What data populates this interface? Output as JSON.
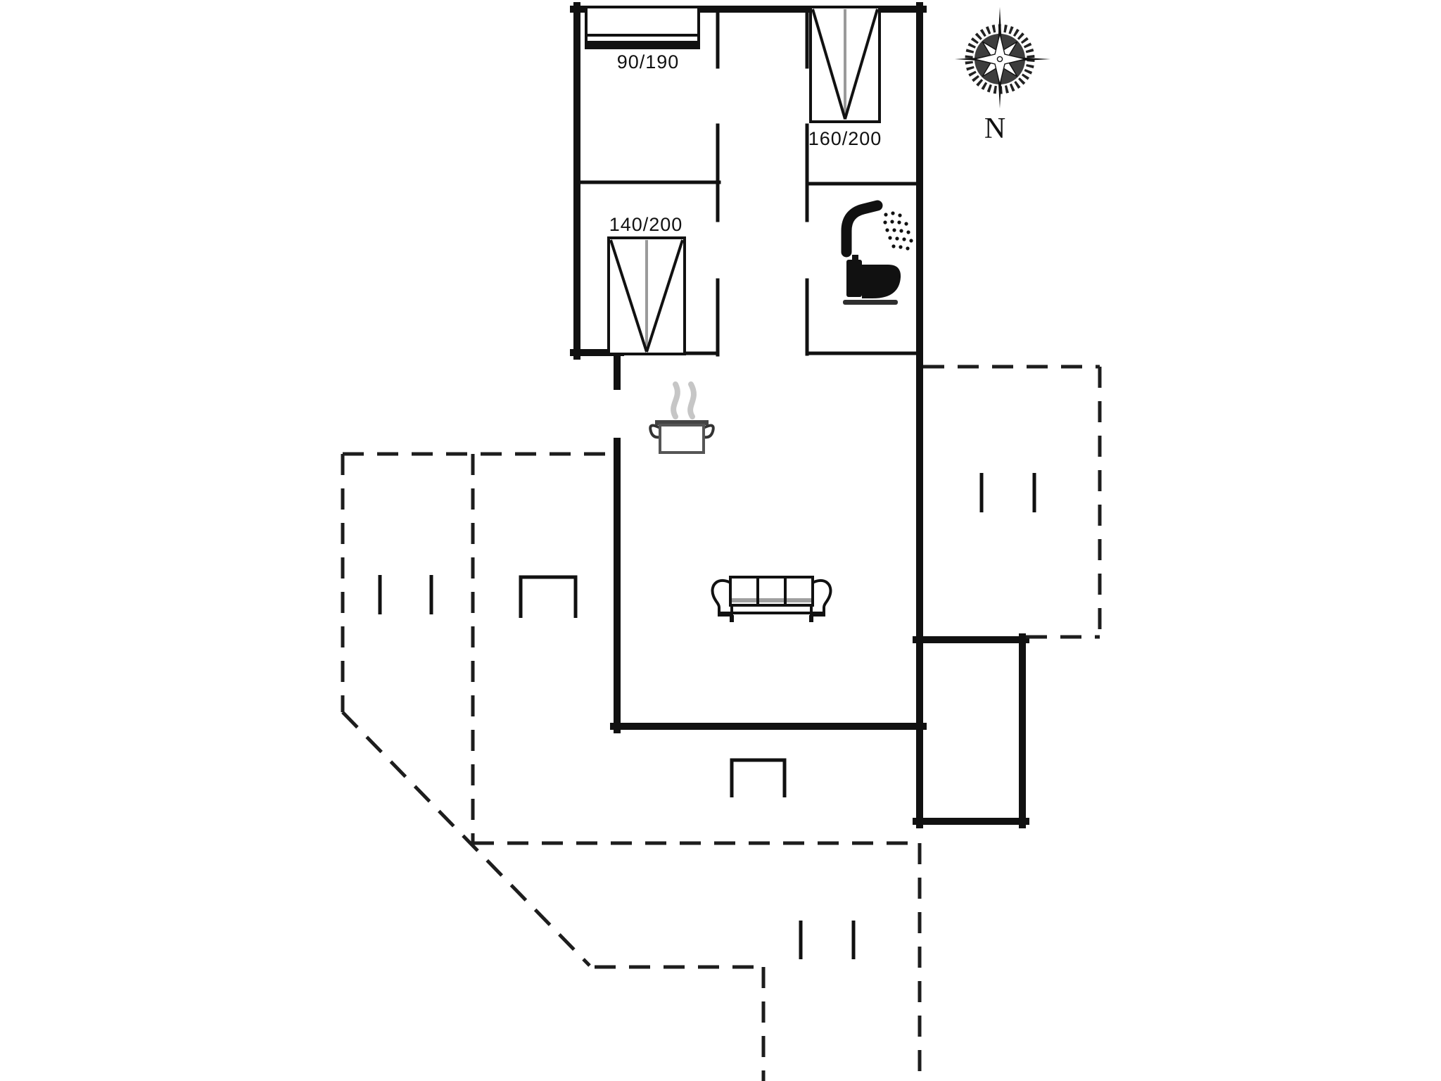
{
  "floorplan": {
    "beds": [
      {
        "name": "bed-90x190",
        "label": "90/190"
      },
      {
        "name": "bed-160x200",
        "label": "160/200"
      },
      {
        "name": "bed-140x200",
        "label": "140/200"
      }
    ],
    "compass": {
      "label": "N"
    },
    "fixtures": [
      "shower",
      "toilet",
      "cooking-pot",
      "sofa"
    ],
    "colors": {
      "wall": "#111111",
      "background": "#ffffff",
      "steam": "#c6c6c6",
      "bed_center_line": "#9a9a9a",
      "sofa_accent": "#a0a0a0"
    }
  }
}
